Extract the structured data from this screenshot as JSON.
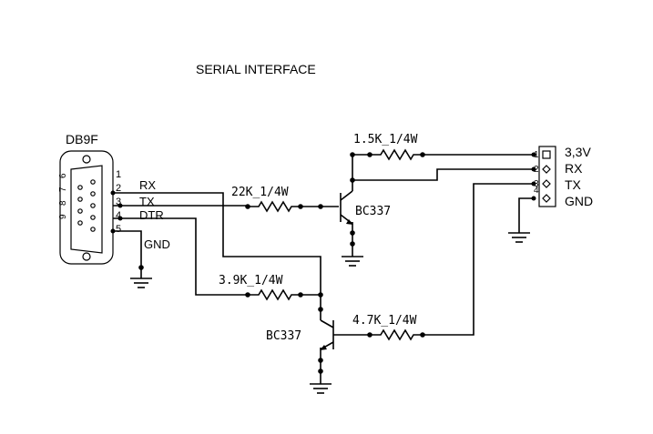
{
  "title": "SERIAL INTERFACE",
  "connector": {
    "name": "DB9F",
    "pins_top": [
      "1",
      "2",
      "3",
      "4",
      "5"
    ],
    "pins_side": [
      "6",
      "7",
      "8",
      "9"
    ],
    "signals": {
      "rx": "RX",
      "tx": "TX",
      "dtr": "DTR",
      "gnd": "GND"
    }
  },
  "resistors": {
    "r1": "22K_1/4W",
    "r2": "1.5K_1/4W",
    "r3": "3.9K_1/4W",
    "r4": "4.7K_1/4W"
  },
  "transistors": {
    "q1": "BC337",
    "q2": "BC337"
  },
  "header": {
    "pins": [
      "1",
      "2",
      "3",
      "4"
    ],
    "labels": [
      "3,3V",
      "RX",
      "TX",
      "GND"
    ]
  }
}
